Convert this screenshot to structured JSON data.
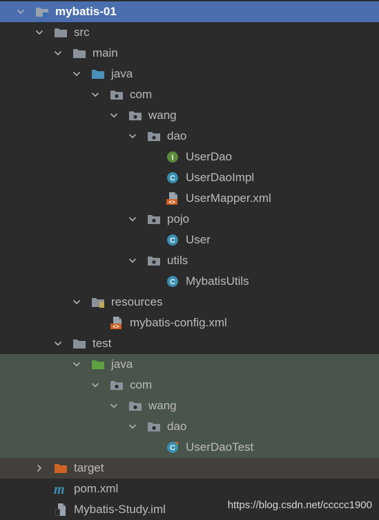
{
  "tree": [
    {
      "label": "mybatis-01",
      "depth": 0,
      "expanded": true,
      "icon": "module-folder-icon",
      "selected": true,
      "bg": "sel"
    },
    {
      "label": "src",
      "depth": 1,
      "expanded": true,
      "icon": "folder-icon"
    },
    {
      "label": "main",
      "depth": 2,
      "expanded": true,
      "icon": "folder-icon"
    },
    {
      "label": "java",
      "depth": 3,
      "expanded": true,
      "icon": "source-root-folder-icon"
    },
    {
      "label": "com",
      "depth": 4,
      "expanded": true,
      "icon": "package-icon"
    },
    {
      "label": "wang",
      "depth": 5,
      "expanded": true,
      "icon": "package-icon"
    },
    {
      "label": "dao",
      "depth": 6,
      "expanded": true,
      "icon": "package-icon"
    },
    {
      "label": "UserDao",
      "depth": 7,
      "icon": "interface-icon"
    },
    {
      "label": "UserDaoImpl",
      "depth": 7,
      "icon": "class-icon"
    },
    {
      "label": "UserMapper.xml",
      "depth": 7,
      "icon": "xml-file-icon"
    },
    {
      "label": "pojo",
      "depth": 6,
      "expanded": true,
      "icon": "package-icon"
    },
    {
      "label": "User",
      "depth": 7,
      "icon": "class-icon"
    },
    {
      "label": "utils",
      "depth": 6,
      "expanded": true,
      "icon": "package-icon"
    },
    {
      "label": "MybatisUtils",
      "depth": 7,
      "icon": "class-icon"
    },
    {
      "label": "resources",
      "depth": 3,
      "expanded": true,
      "icon": "resources-folder-icon"
    },
    {
      "label": "mybatis-config.xml",
      "depth": 4,
      "icon": "xml-file-icon"
    },
    {
      "label": "test",
      "depth": 2,
      "expanded": true,
      "icon": "folder-icon"
    },
    {
      "label": "java",
      "depth": 3,
      "expanded": true,
      "icon": "test-root-folder-icon",
      "bg": "testbg"
    },
    {
      "label": "com",
      "depth": 4,
      "expanded": true,
      "icon": "package-icon",
      "bg": "testbg"
    },
    {
      "label": "wang",
      "depth": 5,
      "expanded": true,
      "icon": "package-icon",
      "bg": "testbg"
    },
    {
      "label": "dao",
      "depth": 6,
      "expanded": true,
      "icon": "package-icon",
      "bg": "testbg"
    },
    {
      "label": "UserDaoTest",
      "depth": 7,
      "icon": "test-class-icon",
      "bg": "testbg"
    },
    {
      "label": "target",
      "depth": 1,
      "expanded": false,
      "icon": "excluded-folder-icon",
      "bg": "excl"
    },
    {
      "label": "pom.xml",
      "depth": 1,
      "icon": "maven-pom-icon"
    },
    {
      "label": "Mybatis-Study.iml",
      "depth": 1,
      "icon": "iml-file-icon"
    }
  ],
  "watermark": "https://blog.csdn.net/ccccc1900",
  "colors": {
    "background": "#2b2b2b",
    "selection": "#4b6eaf",
    "test_highlight": "#49544a",
    "excluded_highlight": "#43403b",
    "folder": "#8a9199",
    "source_folder": "#4a8fb8",
    "test_folder": "#5fa043",
    "excluded_folder": "#d06226",
    "class_icon": "#3a8fb0",
    "interface_icon": "#5b8c3e",
    "xml_icon": "#d06226"
  }
}
